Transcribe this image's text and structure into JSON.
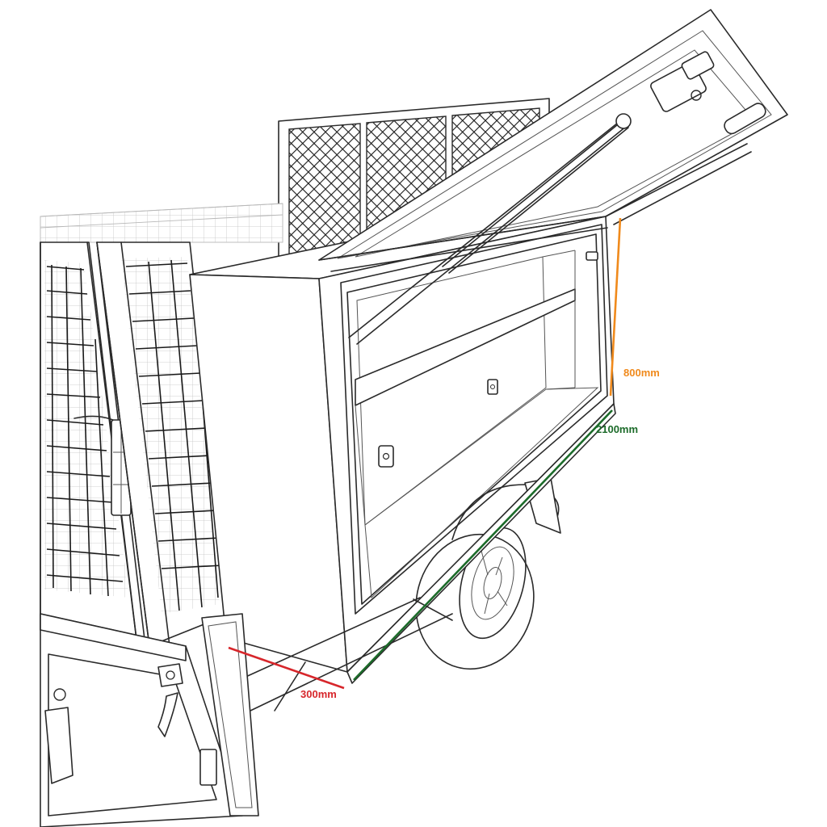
{
  "diagram": {
    "dimensions": [
      {
        "id": "height",
        "label": "800mm",
        "color": "#f08a1c"
      },
      {
        "id": "length",
        "label": "2100mm",
        "color": "#1c6b2a"
      },
      {
        "id": "depth",
        "label": "300mm",
        "color": "#d7262b"
      }
    ],
    "line_color": "#2a2a2a"
  }
}
